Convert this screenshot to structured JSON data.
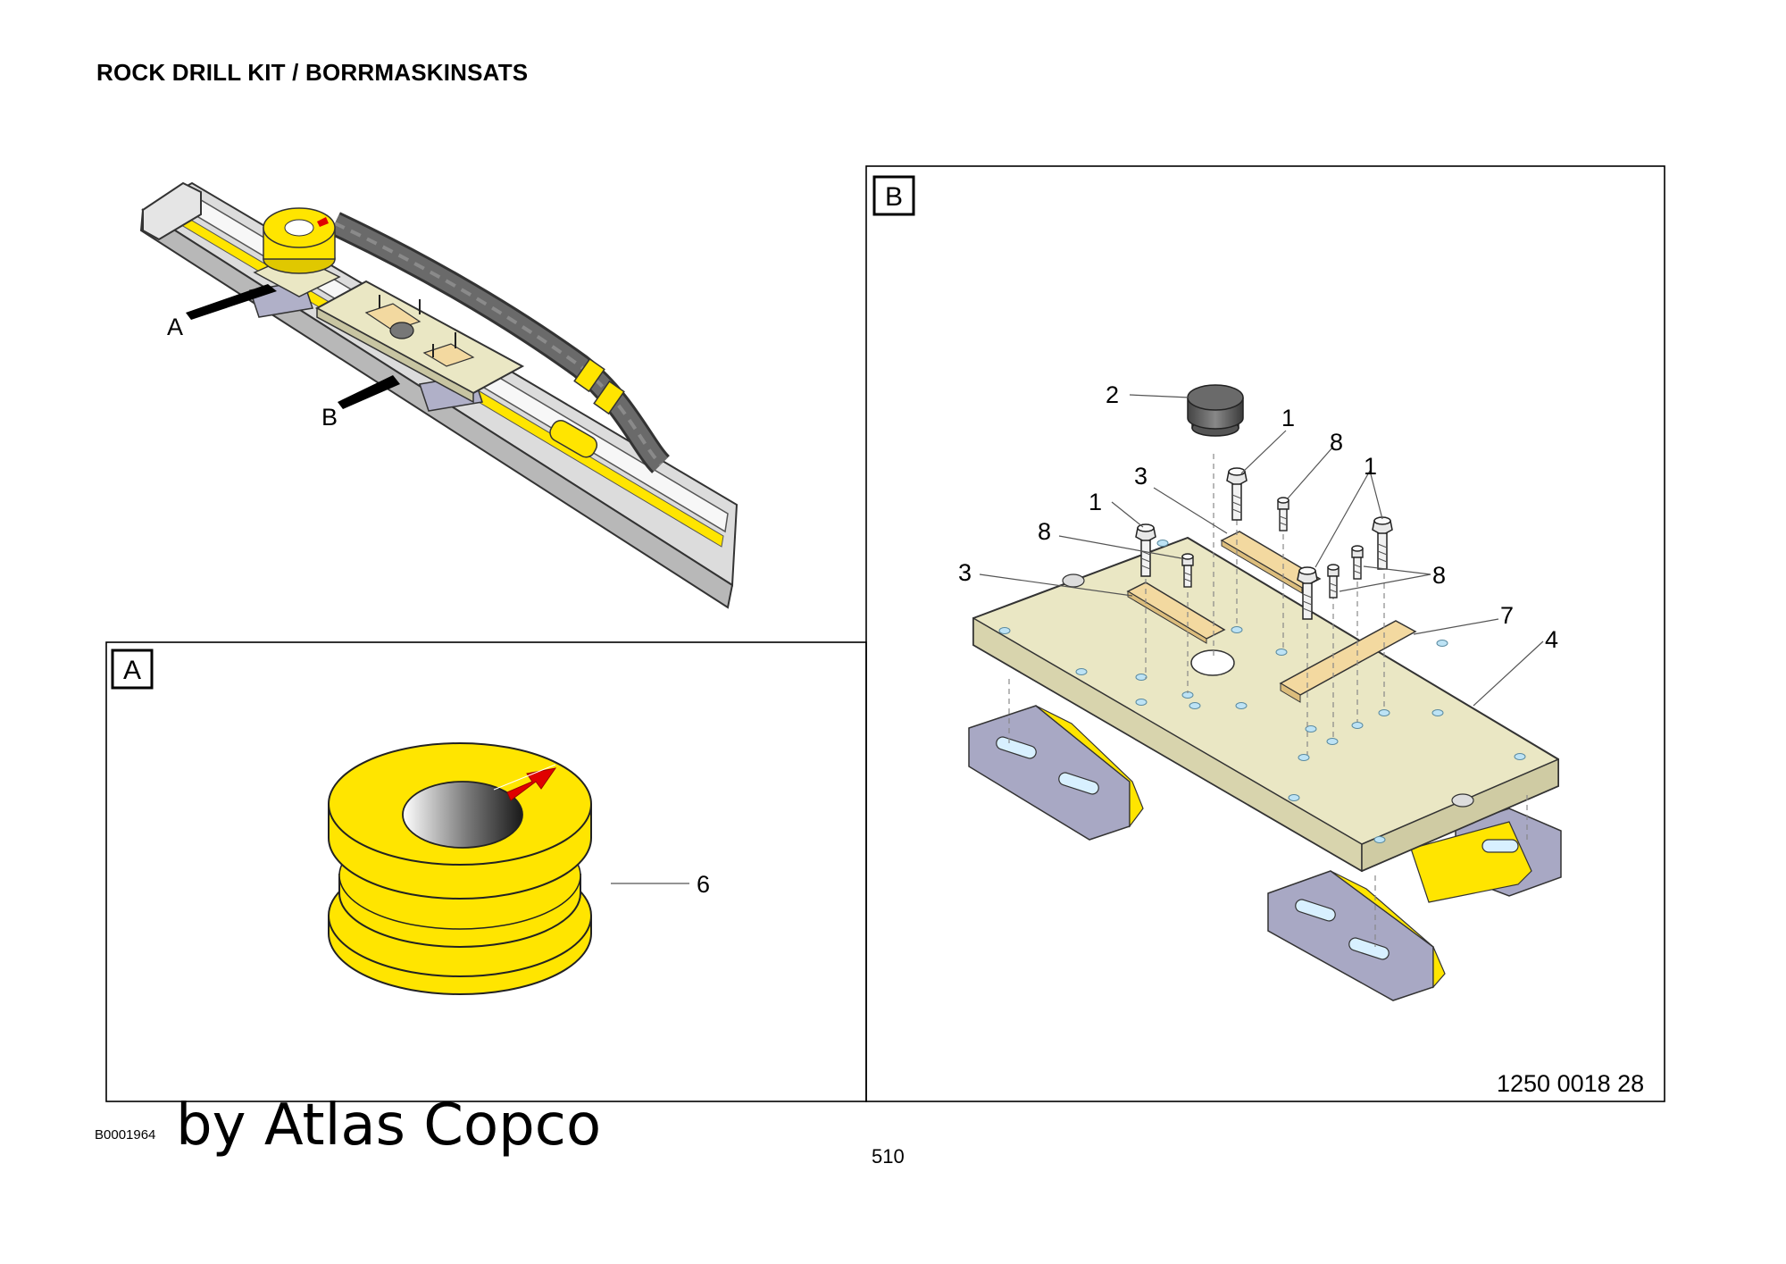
{
  "header": {
    "title": "ROCK DRILL KIT / BORRMASKINSATS"
  },
  "overview": {
    "label_a": "A",
    "label_b": "B"
  },
  "detail_a": {
    "box_label": "A",
    "callout": "6"
  },
  "detail_b": {
    "box_label": "B",
    "callouts": [
      "2",
      "1",
      "8",
      "3",
      "1",
      "1",
      "8",
      "3",
      "8",
      "7",
      "4"
    ],
    "part_number": "1250 0018 28"
  },
  "footer": {
    "doc_id": "B0001964",
    "watermark": "by Atlas Copco",
    "page_number": "510"
  },
  "colors": {
    "yellow": "#FFE500",
    "plate": "#EAE7C4",
    "wood": "#F3D9A0",
    "slide": "#A8A8C4",
    "arrow": "#E00000"
  }
}
